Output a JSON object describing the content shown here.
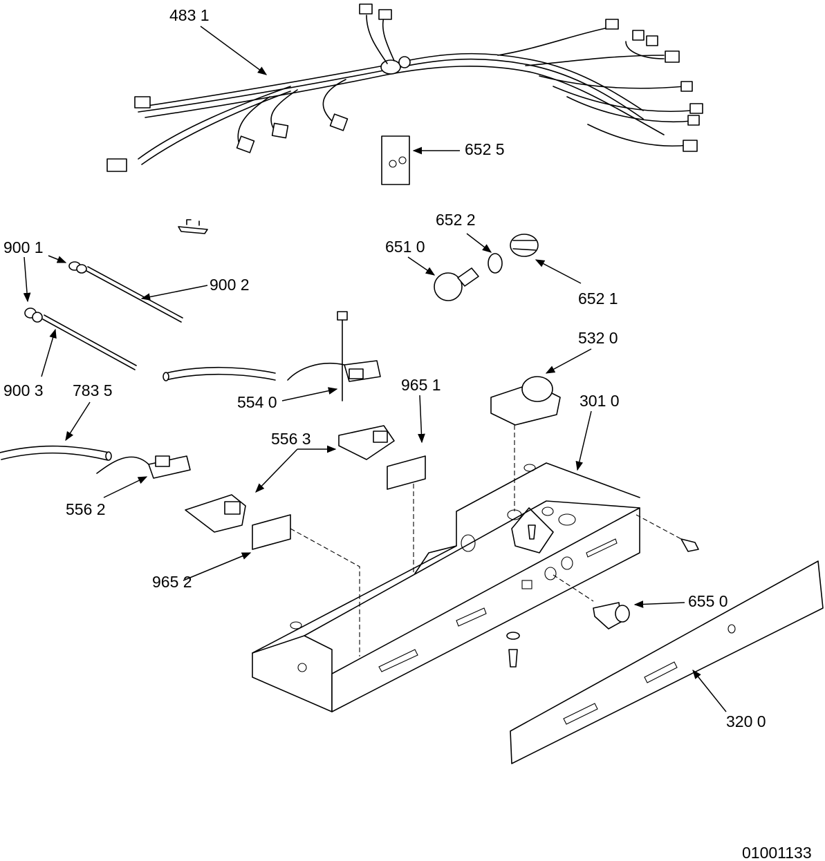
{
  "diagram": {
    "labels": {
      "p4831": "483 1",
      "p6525": "652 5",
      "p6522": "652 2",
      "p6510": "651 0",
      "p6521": "652 1",
      "p9001": "900 1",
      "p9002": "900 2",
      "p9003": "900 3",
      "p7835": "783 5",
      "p5540": "554 0",
      "p9651": "965 1",
      "p5320": "532 0",
      "p3010": "301 0",
      "p5563": "556 3",
      "p5562": "556 2",
      "p9652": "965 2",
      "p6550": "655 0",
      "p3200": "320 0"
    },
    "drawing_number": "01001133"
  }
}
